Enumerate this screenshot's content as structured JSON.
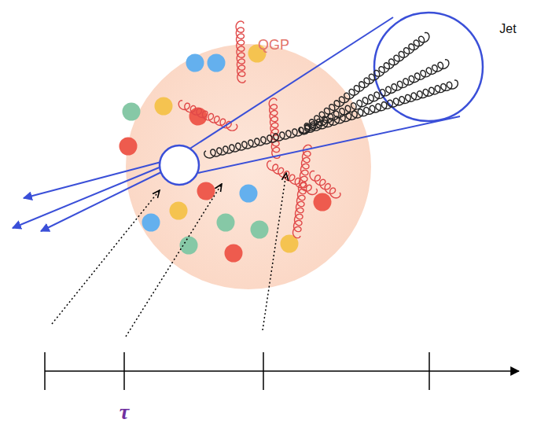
{
  "diagram": {
    "nodes": [
      {
        "text": [
          "QGP"
        ]
      },
      {
        "text": [
          "Jet"
        ]
      }
    ],
    "labels": [
      "τ"
    ]
  }
}
